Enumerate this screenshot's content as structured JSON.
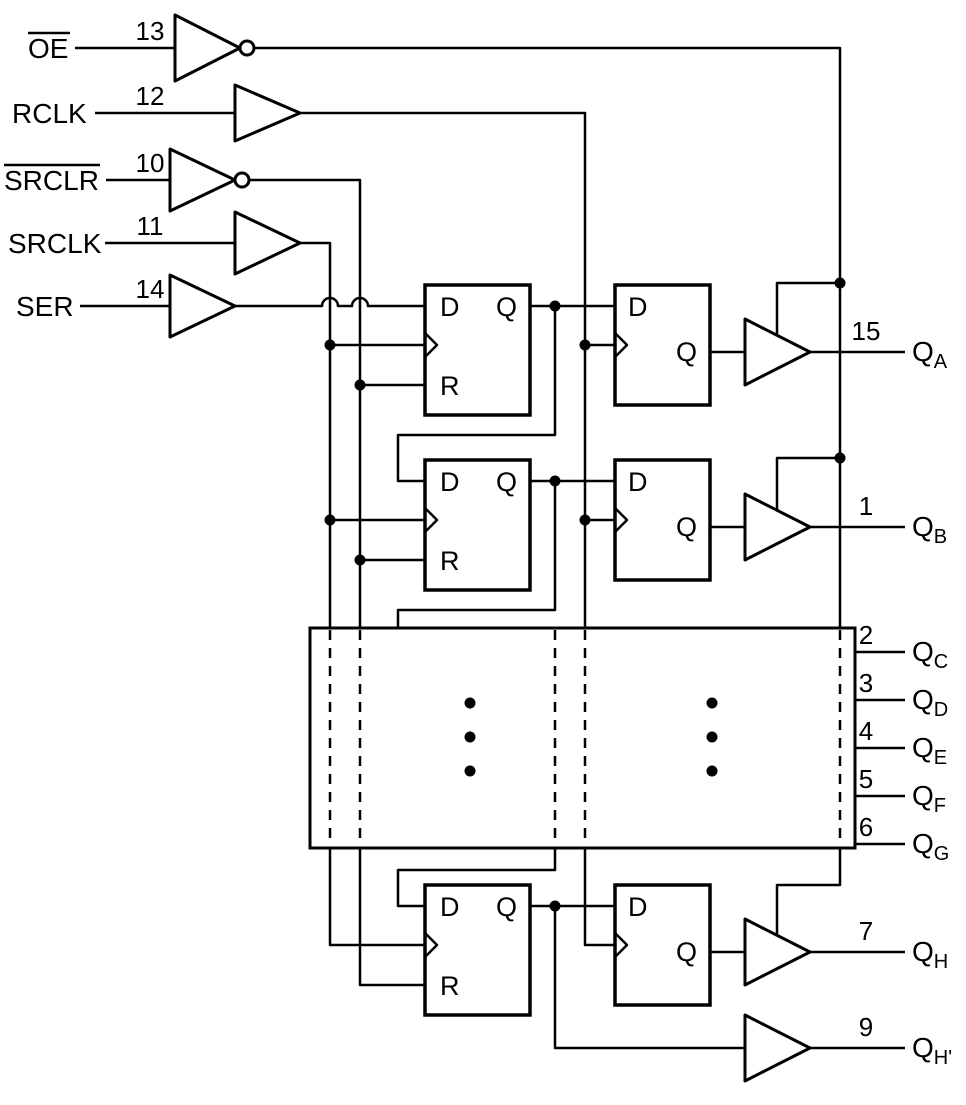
{
  "colors": {
    "line": "#000000",
    "background": "#ffffff"
  },
  "inputs": [
    {
      "name": "OE",
      "pin": "13",
      "overline": true,
      "inverting": true
    },
    {
      "name": "RCLK",
      "pin": "12",
      "overline": false,
      "inverting": false
    },
    {
      "name": "SRCLR",
      "pin": "10",
      "overline": true,
      "inverting": true
    },
    {
      "name": "SRCLK",
      "pin": "11",
      "overline": false,
      "inverting": false
    },
    {
      "name": "SER",
      "pin": "14",
      "overline": false,
      "inverting": false
    }
  ],
  "outputs": [
    {
      "label": "Q",
      "sub": "A",
      "pin": "15"
    },
    {
      "label": "Q",
      "sub": "B",
      "pin": "1"
    },
    {
      "label": "Q",
      "sub": "C",
      "pin": "2"
    },
    {
      "label": "Q",
      "sub": "D",
      "pin": "3"
    },
    {
      "label": "Q",
      "sub": "E",
      "pin": "4"
    },
    {
      "label": "Q",
      "sub": "F",
      "pin": "5"
    },
    {
      "label": "Q",
      "sub": "G",
      "pin": "6"
    },
    {
      "label": "Q",
      "sub": "H",
      "pin": "7"
    },
    {
      "label": "Q",
      "sub": "H'",
      "pin": "9"
    }
  ],
  "flipflop": {
    "d": "D",
    "q": "Q",
    "r": "R"
  }
}
